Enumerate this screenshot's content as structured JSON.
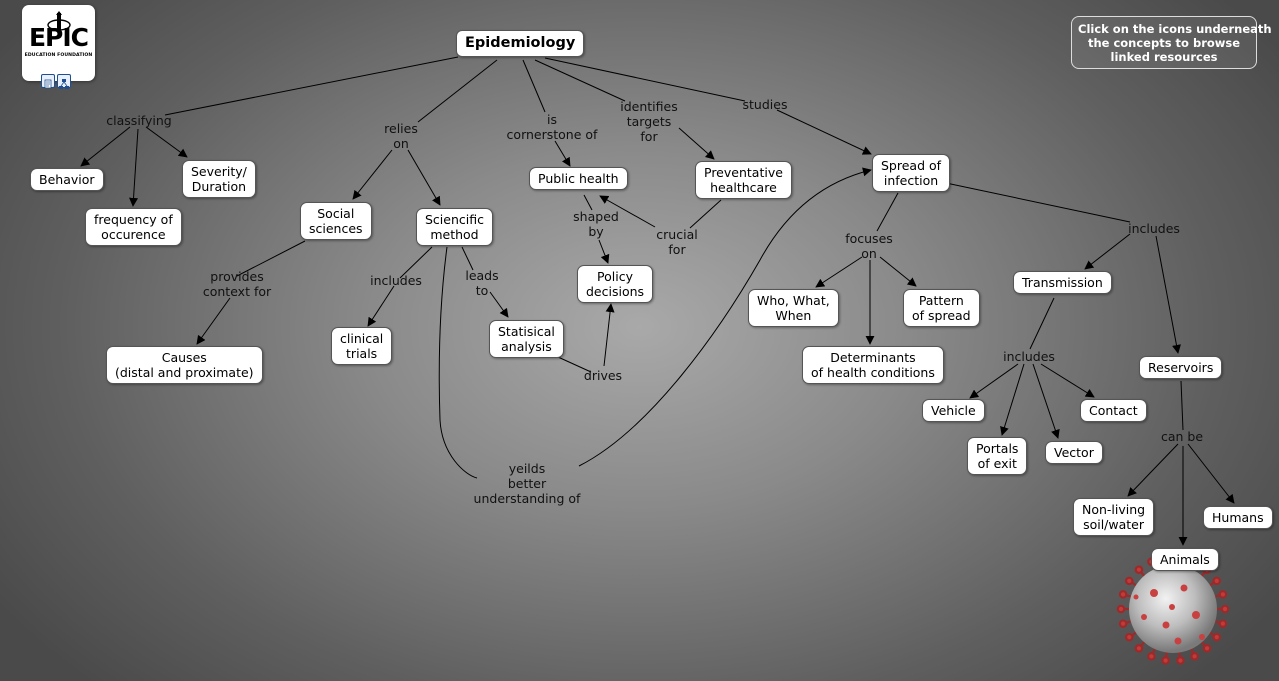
{
  "logo": {
    "word": "EPIC",
    "subtitle": "EDUCATION FOUNDATION"
  },
  "resource_icons": [
    "document-icon",
    "concept-map-icon"
  ],
  "info_note": "Click on the icons underneath\nthe concepts to browse\nlinked resources",
  "nodes": {
    "epidemiology": "Epidemiology",
    "behavior": "Behavior",
    "frequency": "frequency of\noccurence",
    "severity": "Severity/\nDuration",
    "social_sciences": "Social\nsciences",
    "scientific_method": "Sciencific\nmethod",
    "public_health": "Public health",
    "preventative": "Preventative\nhealthcare",
    "spread": "Spread of\ninfection",
    "causes": "Causes\n(distal and proximate)",
    "clinical_trials": "clinical\ntrials",
    "statistical": "Statisical\nanalysis",
    "policy": "Policy\ndecisions",
    "who_what": "Who, What,\nWhen",
    "pattern": "Pattern\nof spread",
    "determinants": "Determinants\nof health conditions",
    "transmission": "Transmission",
    "reservoirs": "Reservoirs",
    "vehicle": "Vehicle",
    "portals": "Portals\nof exit",
    "vector": "Vector",
    "contact": "Contact",
    "nonliving": "Non-living\nsoil/water",
    "humans": "Humans",
    "animals": "Animals"
  },
  "labels": {
    "classifying": "classifying",
    "relies_on": "relies\non",
    "is_cornerstone": "is\ncornerstone of",
    "identifies_targets": "identifies\ntargets\nfor",
    "studies": "studies",
    "provides_context": "provides\ncontext for",
    "includes_trials": "includes",
    "leads_to": "leads\nto",
    "shaped_by": "shaped\nby",
    "crucial_for": "crucial\nfor",
    "drives": "drives",
    "yields": "yeilds\nbetter\nunderstanding of",
    "focuses_on": "focuses\non",
    "includes_spread": "includes",
    "includes_transmission": "includes",
    "can_be": "can be"
  },
  "colors": {
    "node_fill": "#ffffff",
    "link": "#000000",
    "info_text": "#ffffff"
  }
}
